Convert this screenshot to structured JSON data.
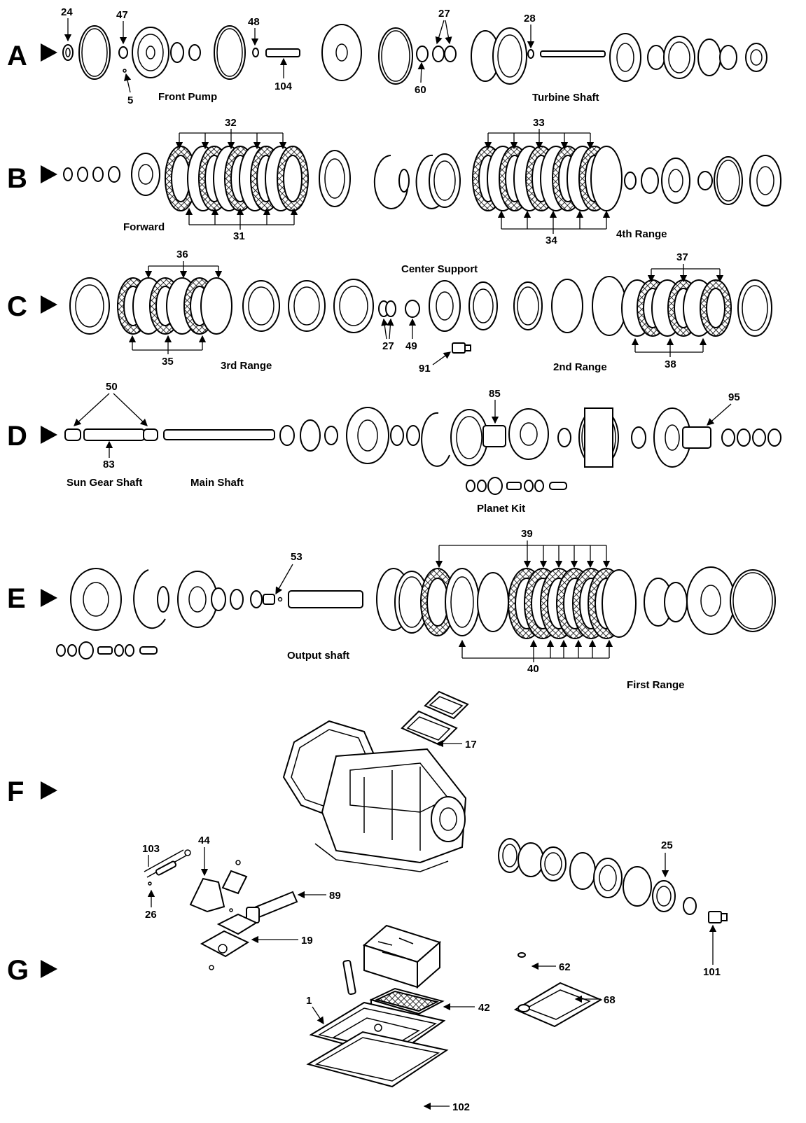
{
  "rows": [
    "A",
    "B",
    "C",
    "D",
    "E",
    "F",
    "G"
  ],
  "labels": {
    "front_pump": "Front Pump",
    "turbine_shaft": "Turbine Shaft",
    "forward": "Forward",
    "fourth_range": "4th Range",
    "center_support": "Center Support",
    "third_range": "3rd Range",
    "second_range": "2nd Range",
    "sun_gear_shaft": "Sun Gear Shaft",
    "main_shaft": "Main Shaft",
    "planet_kit": "Planet Kit",
    "output_shaft": "Output shaft",
    "first_range": "First Range"
  },
  "callouts": {
    "c24": "24",
    "c47": "47",
    "c5": "5",
    "c48": "48",
    "c104": "104",
    "c27a": "27",
    "c60": "60",
    "c28": "28",
    "c32": "32",
    "c31": "31",
    "c33": "33",
    "c34": "34",
    "c36": "36",
    "c35": "35",
    "c27b": "27",
    "c49": "49",
    "c91": "91",
    "c37": "37",
    "c38": "38",
    "c50": "50",
    "c83": "83",
    "c85": "85",
    "c95": "95",
    "c53": "53",
    "c39": "39",
    "c40": "40",
    "c17": "17",
    "c103": "103",
    "c44": "44",
    "c26": "26",
    "c89": "89",
    "c19": "19",
    "c25": "25",
    "c101": "101",
    "c62": "62",
    "c68": "68",
    "c1": "1",
    "c42": "42",
    "c102": "102"
  }
}
